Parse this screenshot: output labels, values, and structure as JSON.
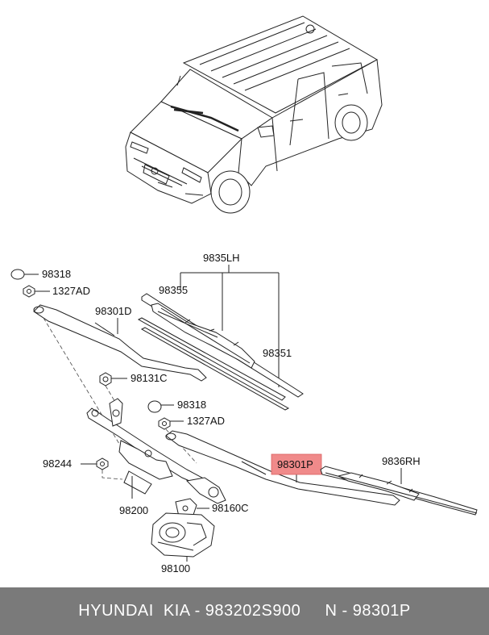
{
  "labels": {
    "p98318_a": "98318",
    "p1327AD_a": "1327AD",
    "p98301D": "98301D",
    "p9835LH": "9835LH",
    "p98355": "98355",
    "p98351": "98351",
    "p98131C": "98131C",
    "p98318_b": "98318",
    "p1327AD_b": "1327AD",
    "p98244": "98244",
    "p98200": "98200",
    "p98160C": "98160C",
    "p98100": "98100",
    "p98301P": "98301P",
    "p9836RH": "9836RH"
  },
  "highlight_color": "#f08a8a",
  "footer": {
    "text": "HYUNDAI  KIA - 983202S900     N - 98301P"
  }
}
